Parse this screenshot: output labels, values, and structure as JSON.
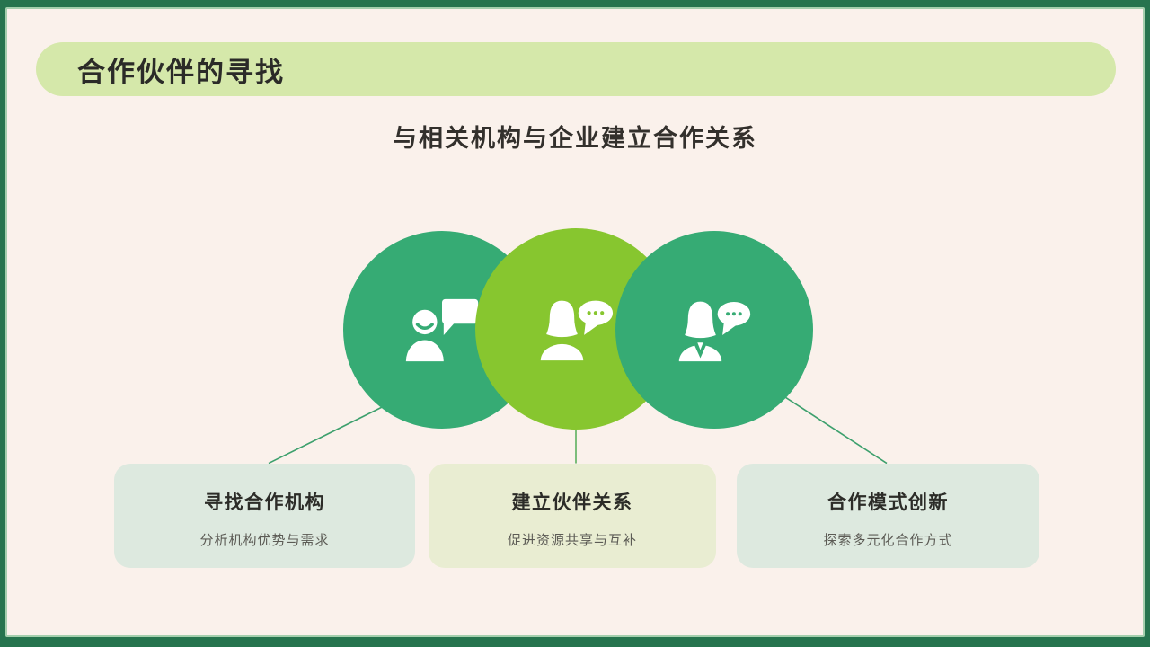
{
  "slide": {
    "title": "合作伙伴的寻找",
    "subtitle": "与相关机构与企业建立合作关系"
  },
  "circles": [
    {
      "icon": "man-speech-bubble-icon",
      "color": "#36ab74"
    },
    {
      "icon": "woman-speech-bubble-icon",
      "color": "#87c62f"
    },
    {
      "icon": "businesswoman-speech-bubble-icon",
      "color": "#36ab74"
    }
  ],
  "cards": [
    {
      "title": "寻找合作机构",
      "description": "分析机构优势与需求"
    },
    {
      "title": "建立伙伴关系",
      "description": "促进资源共享与互补"
    },
    {
      "title": "合作模式创新",
      "description": "探索多元化合作方式"
    }
  ],
  "colors": {
    "frame": "#26744e",
    "frame_inner_line": "#a4cfad",
    "background": "#faf1eb",
    "title_bar": "#d5e8aa",
    "circle_teal": "#36ab74",
    "circle_lime": "#87c62f",
    "card_mint": "#dde9df",
    "card_yellow_green": "#e9edd2",
    "connector_line": "#3da06d",
    "text_dark": "#2b2b28",
    "text_gray": "#5c5b55"
  }
}
